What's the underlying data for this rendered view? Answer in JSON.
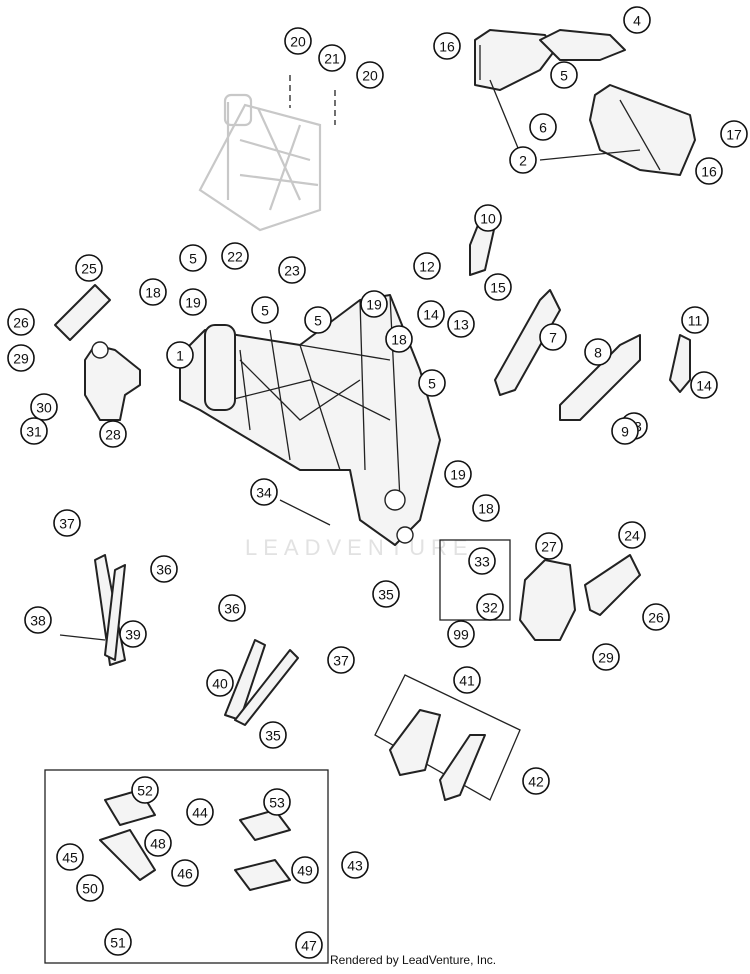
{
  "watermark": "LEADVENTURE",
  "credit": "Rendered by LeadVenture, Inc.",
  "callouts": [
    "1",
    "2",
    "4",
    "5",
    "6",
    "10",
    "11",
    "12",
    "13",
    "14",
    "15",
    "16",
    "17",
    "18",
    "19",
    "20",
    "21",
    "22",
    "23",
    "24",
    "25",
    "26",
    "27",
    "28",
    "29",
    "30",
    "31",
    "32",
    "33",
    "34",
    "35",
    "36",
    "37",
    "38",
    "39",
    "40",
    "41",
    "42",
    "43",
    "44",
    "45",
    "46",
    "47",
    "48",
    "49",
    "50",
    "51",
    "52",
    "53",
    "7",
    "8",
    "9",
    "99"
  ]
}
